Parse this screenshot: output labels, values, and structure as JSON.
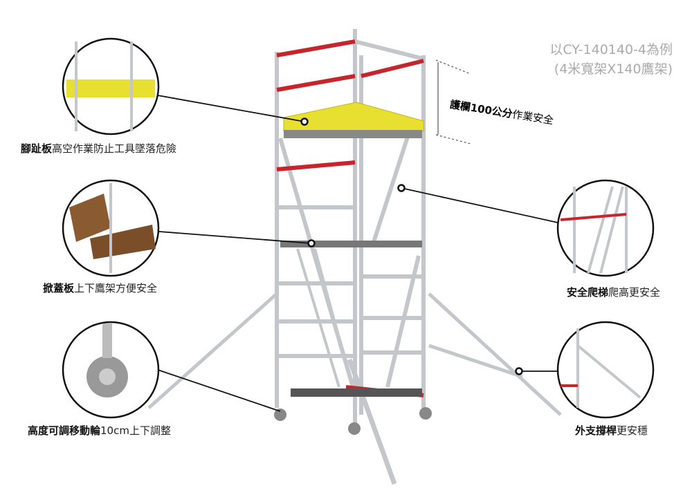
{
  "model": {
    "line1": "以CY-140140-4為例",
    "line2": "(4米寬架X140鷹架)"
  },
  "guardrail": {
    "bold": "護欄100公分",
    "text": "作業安全"
  },
  "callouts": [
    {
      "bold": "腳趾板",
      "text": "高空作業防止工具墜落危險"
    },
    {
      "bold": "掀蓋板",
      "text": "上下鷹架方便安全"
    },
    {
      "bold": "高度可調移動輪",
      "text": "10cm上下調整"
    },
    {
      "bold": "安全爬梯",
      "text": "爬高更安全"
    },
    {
      "bold": "外支撐桿",
      "text": "更安穩"
    }
  ],
  "colors": {
    "frame": "#c9ccd0",
    "rail": "#c8242b",
    "toeboard": "#e8e030",
    "deck": "#6b4a2c"
  }
}
